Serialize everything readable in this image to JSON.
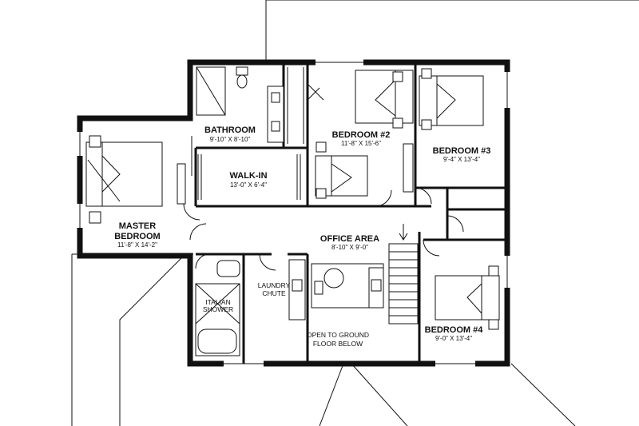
{
  "rooms": {
    "bathroom": {
      "name": "BATHROOM",
      "dims": "9'-10\" X 8'-10\""
    },
    "walkin": {
      "name": "WALK-IN",
      "dims": "13'-0\" X 6'-4\""
    },
    "bedroom2": {
      "name": "BEDROOM #2",
      "dims": "11'-8\" X 15'-6\""
    },
    "bedroom3": {
      "name": "BEDROOM #3",
      "dims": "9'-4\" X 13'-4\""
    },
    "master": {
      "name_line1": "MASTER",
      "name_line2": "BEDROOM",
      "dims": "11'-8\" X 14'-2\""
    },
    "office": {
      "name": "OFFICE AREA",
      "dims": "8'-10\" X 9'-0\""
    },
    "bedroom4": {
      "name": "BEDROOM #4",
      "dims": "9'-0\" X 13'-4\""
    }
  },
  "labels": {
    "shower_line1": "ITALIAN",
    "shower_line2": "SHOWER",
    "laundry_line1": "LAUNDRY",
    "laundry_line2": "CHUTE",
    "open_line1": "OPEN TO GROUND",
    "open_line2": "FLOOR BELOW"
  }
}
